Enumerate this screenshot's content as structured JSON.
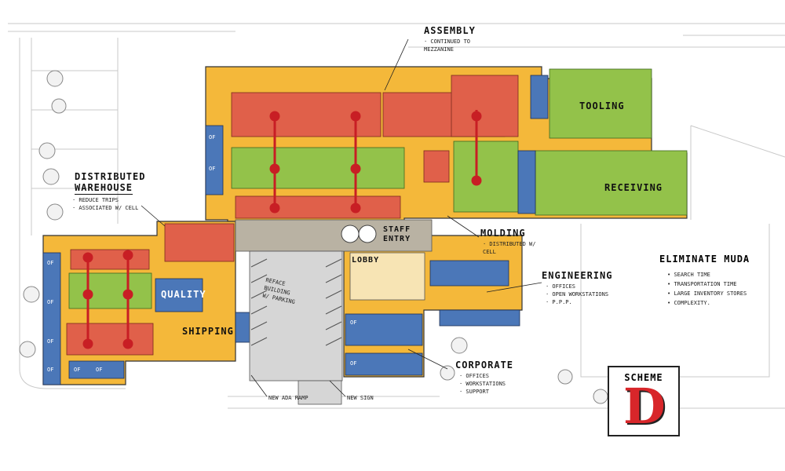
{
  "labels": {
    "assembly": {
      "title": "ASSEMBLY",
      "notes": [
        "· CONTINUED TO",
        "MEZZANINE"
      ]
    },
    "distributed_warehouse": {
      "title_line1": "DISTRIBUTED",
      "title_line2": "WAREHOUSE",
      "notes": [
        "· REDUCE TRIPS",
        "· ASSOCIATED W/ CELL"
      ]
    },
    "tooling": "TOOLING",
    "receiving": "RECEIVING",
    "quality": "QUALITY",
    "shipping": "SHIPPING",
    "lobby": "LOBBY",
    "staff_entry": {
      "line1": "STAFF",
      "line2": "ENTRY"
    },
    "molding": {
      "title": "MOLDING",
      "notes": [
        "· DISTRIBUTED W/",
        "CELL"
      ]
    },
    "engineering": {
      "title": "ENGINEERING",
      "notes": [
        "· OFFICES",
        "· OPEN WORKSTATIONS",
        "· P.P.P."
      ]
    },
    "corporate": {
      "title": "CORPORATE",
      "notes": [
        "· OFFICES",
        "· WORKSTATIONS",
        "· SUPPORT"
      ]
    },
    "parking_note": {
      "line1": "REFACE",
      "line2": "BUILDING",
      "line3": "W/ PARKING"
    },
    "new_ada_ramp": "NEW ADA RAMP",
    "new_sign": "NEW SIGN",
    "office_tag": "OF"
  },
  "eliminate_muda": {
    "title": "ELIMINATE MUDA",
    "items": [
      "SEARCH TIME",
      "TRANSPORTATION TIME",
      "LARGE INVENTORY STORES",
      "COMPLEXITY."
    ]
  },
  "scheme": {
    "word": "SCHEME",
    "letter": "D"
  },
  "colors": {
    "corridor": "#f4b83a",
    "assembly_red": "#e0604a",
    "cell_green": "#93c24a",
    "office_blue": "#4b77b8",
    "cell_line": "#c81e24",
    "concrete": "#d6d6d6",
    "wood": "#b9b2a3"
  }
}
